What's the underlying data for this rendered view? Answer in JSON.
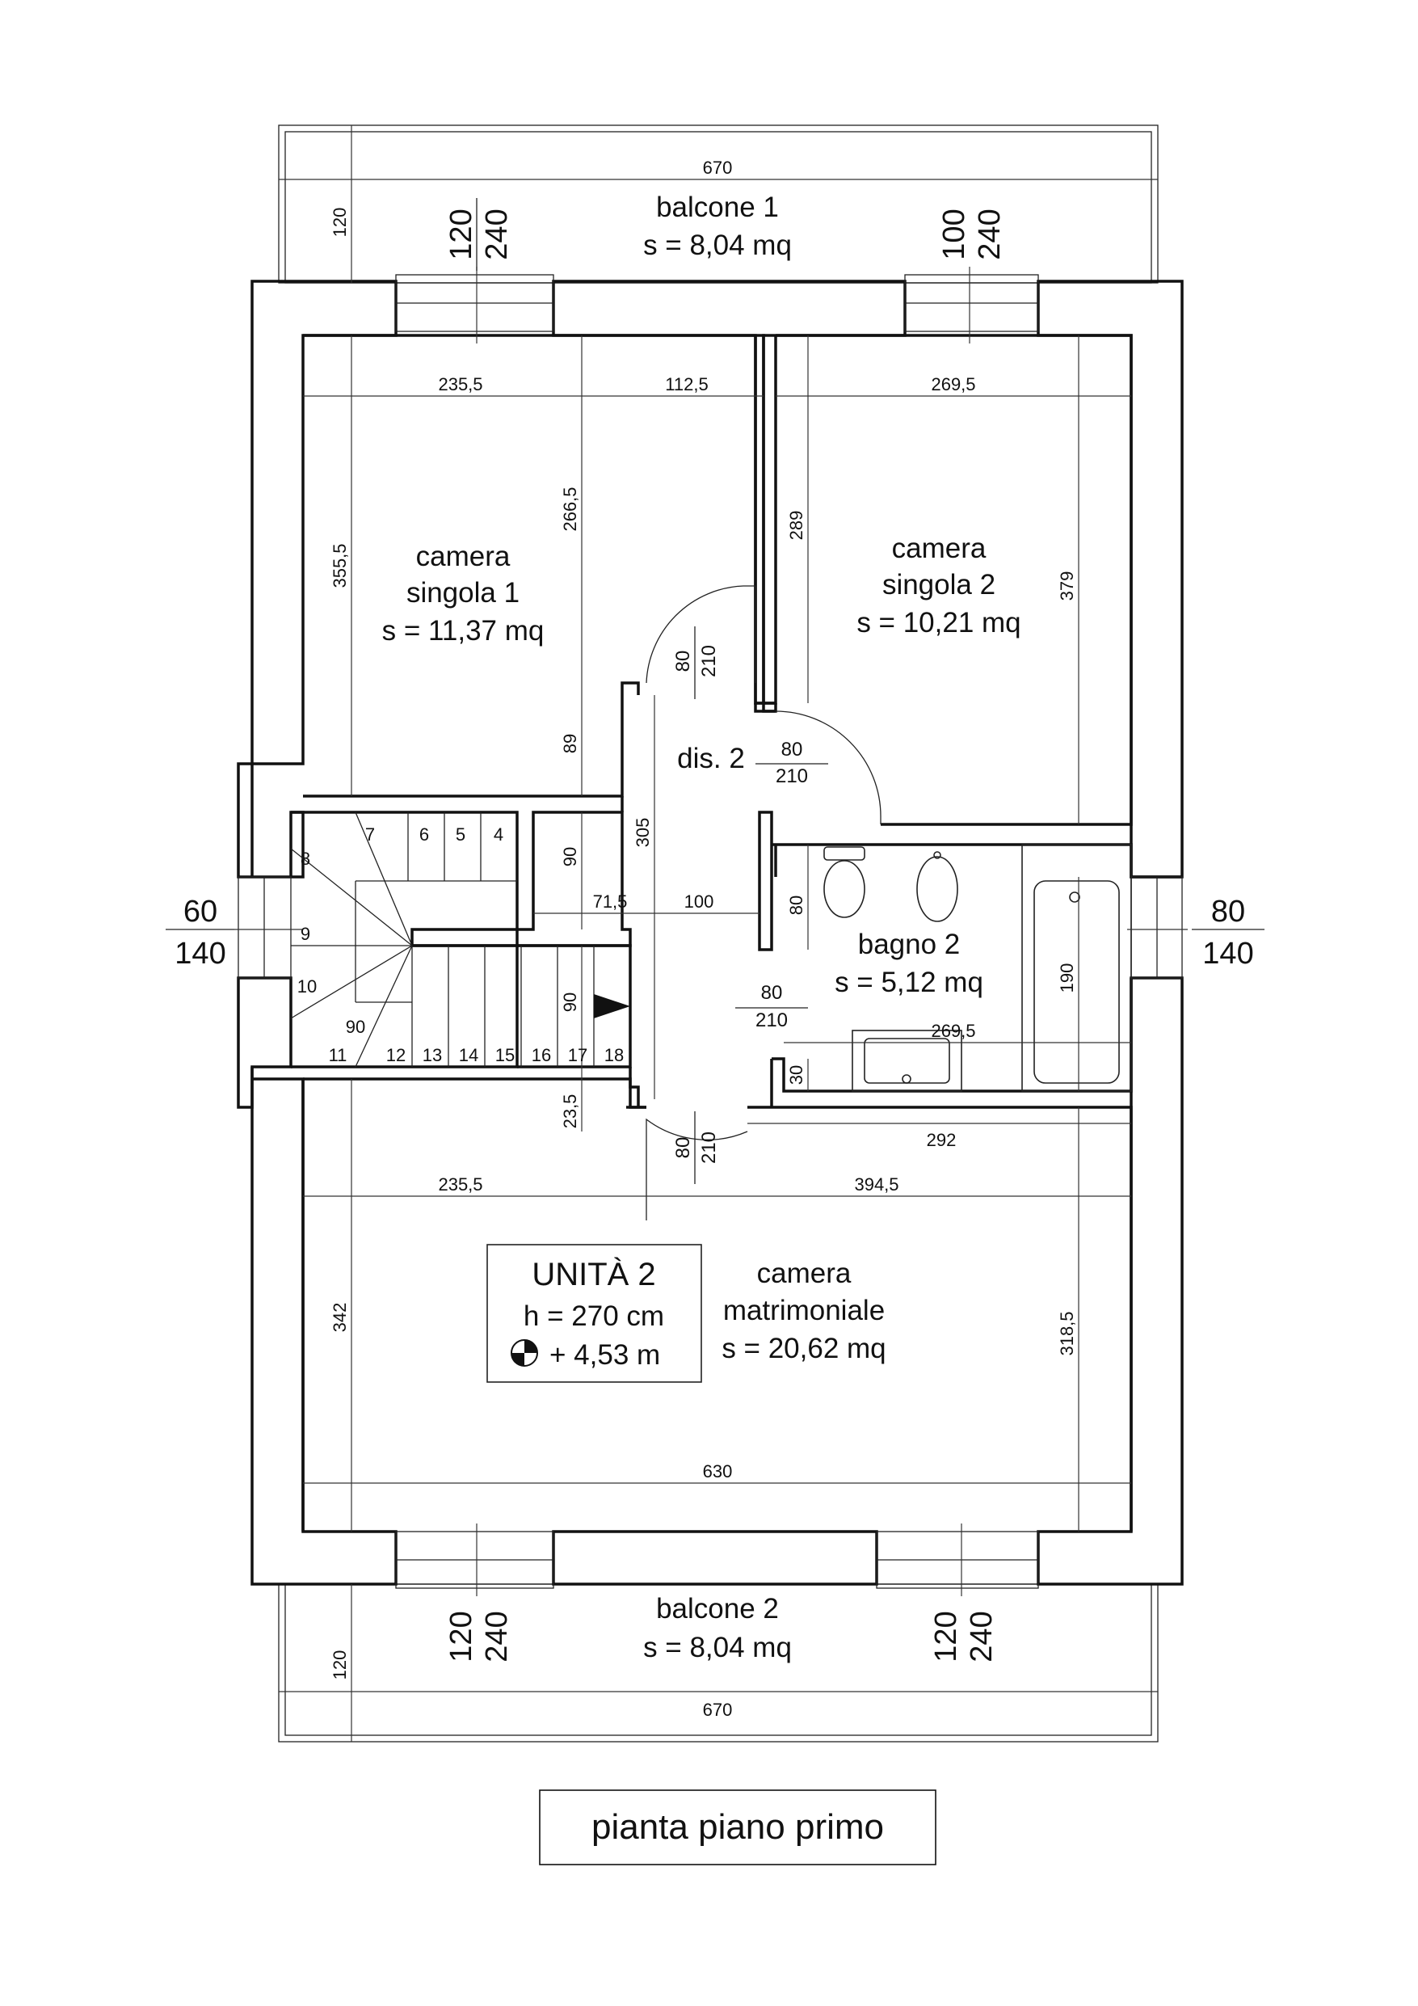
{
  "title": "pianta piano primo",
  "unit": {
    "name": "UNITÀ 2",
    "height": "h = 270 cm",
    "elevation": "+ 4,53 m"
  },
  "rooms": {
    "balcone1": {
      "name": "balcone 1",
      "area": "s = 8,04 mq"
    },
    "balcone2": {
      "name": "balcone 2",
      "area": "s = 8,04 mq"
    },
    "camera1": {
      "line1": "camera",
      "line2": "singola 1",
      "area": "s = 11,37 mq"
    },
    "camera2": {
      "line1": "camera",
      "line2": "singola 2",
      "area": "s = 10,21 mq"
    },
    "dis2": {
      "name": "dis. 2"
    },
    "bagno2": {
      "name": "bagno 2",
      "area": "s = 5,12 mq"
    },
    "matrimoniale": {
      "line1": "camera",
      "line2": "matrimoniale",
      "area": "s = 20,62 mq"
    }
  },
  "openings": {
    "win_b1_left": {
      "w": "120",
      "h": "240"
    },
    "win_b1_right": {
      "w": "100",
      "h": "240"
    },
    "win_b2_left": {
      "w": "120",
      "h": "240"
    },
    "win_b2_right": {
      "w": "120",
      "h": "240"
    },
    "win_west": {
      "w": "60",
      "h": "140"
    },
    "win_east": {
      "w": "80",
      "h": "140"
    },
    "door_cam1": {
      "w": "80",
      "h": "210"
    },
    "door_cam2": {
      "w": "80",
      "h": "210"
    },
    "door_bagno": {
      "w": "80",
      "h": "210"
    },
    "door_matr": {
      "w": "80",
      "h": "210"
    }
  },
  "dims": {
    "balcone1_w": "670",
    "balcone1_d": "120",
    "balcone2_w": "670",
    "balcone2_d": "120",
    "cam1_a": "235,5",
    "cam1_b": "112,5",
    "cam1_h": "355,5",
    "cam1_inner": "266,5",
    "cam1_89": "89",
    "cam2_w": "269,5",
    "cam2_h": "289",
    "cam2_379": "379",
    "d90a": "90",
    "d305": "305",
    "d71": "71,5",
    "d100": "100",
    "d90b": "90",
    "d90c": "90",
    "d23": "23,5",
    "bagno_80": "80",
    "bagno_30": "30",
    "bagno_w": "269,5",
    "bagno_190": "190",
    "matr_292": "292",
    "matr_a": "235,5",
    "matr_b": "394,5",
    "matr_342": "342",
    "matr_318": "318,5",
    "matr_630": "630"
  },
  "stairs": [
    "4",
    "5",
    "6",
    "7",
    "8",
    "9",
    "10",
    "11",
    "12",
    "13",
    "14",
    "15",
    "16",
    "17",
    "18"
  ]
}
